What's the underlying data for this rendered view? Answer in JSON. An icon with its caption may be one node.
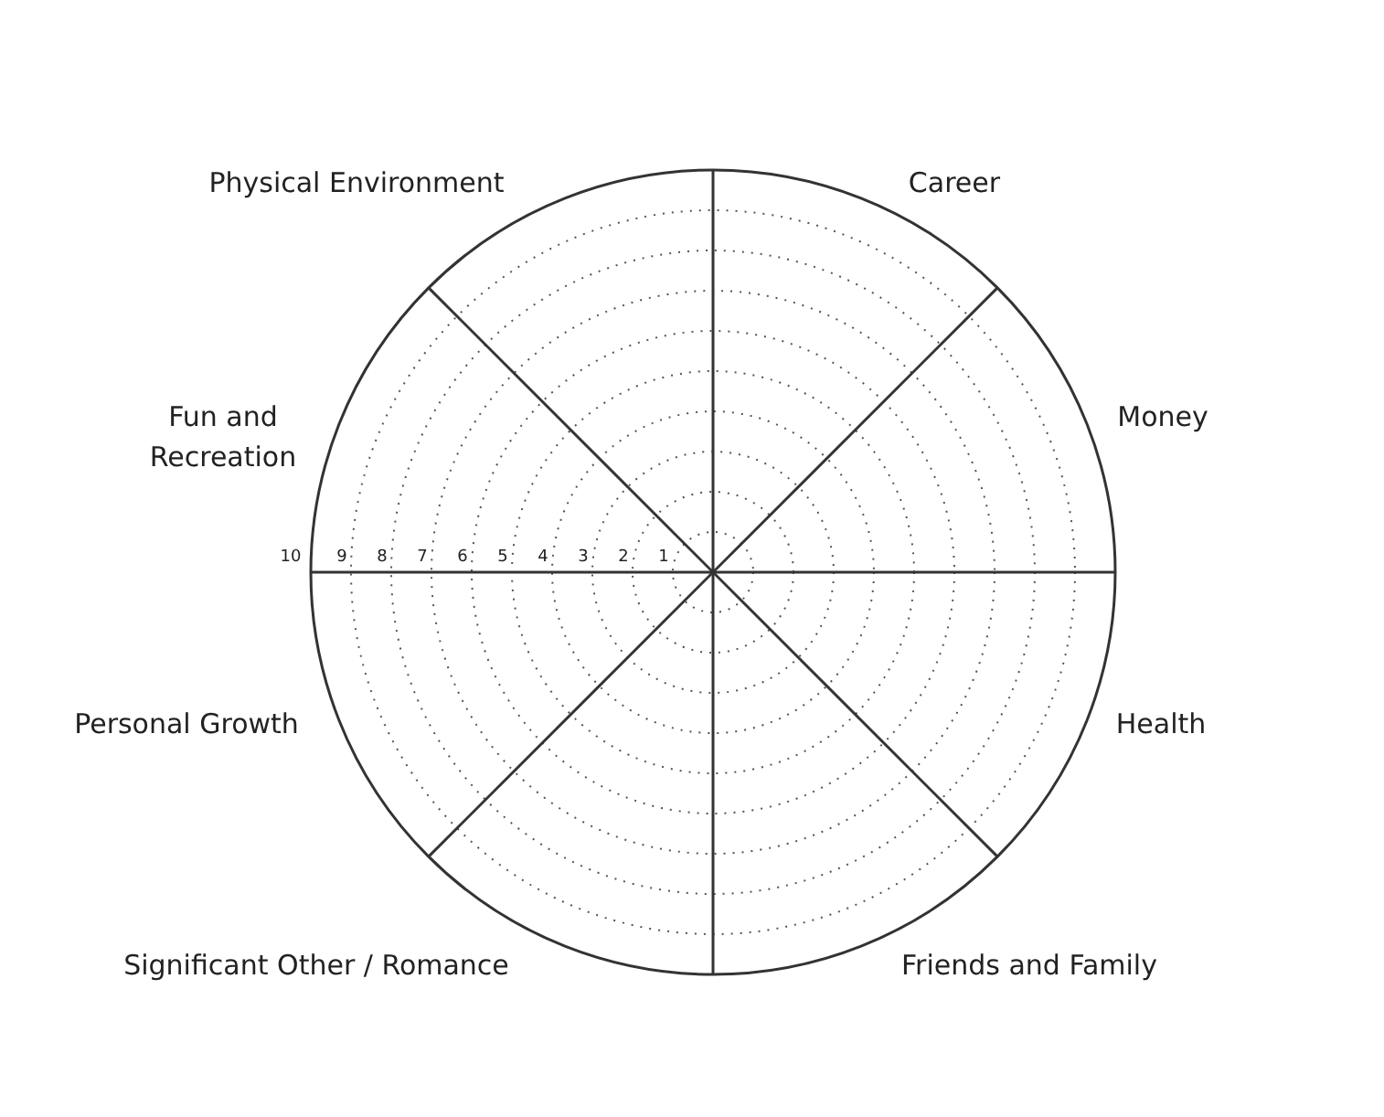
{
  "diagram": {
    "labels": [
      "Physical Environment",
      "Career",
      "Fun and Recreation",
      "Money",
      "10",
      "9",
      "8",
      "7",
      "6",
      "5",
      "4",
      "3",
      "2",
      "1",
      "Personal Growth",
      "Health",
      "Significant Other / Romance",
      "Friends and Family"
    ]
  }
}
